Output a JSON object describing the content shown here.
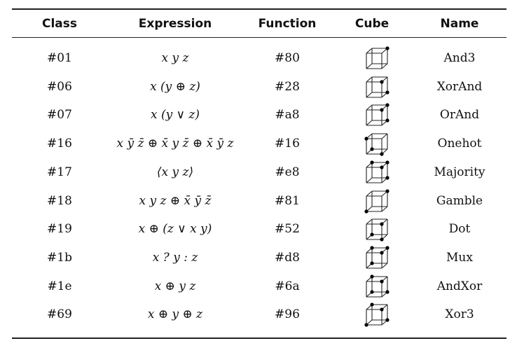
{
  "headers": {
    "class": "Class",
    "expression": "Expression",
    "function": "Function",
    "cube": "Cube",
    "name": "Name"
  },
  "rows": [
    {
      "class": "#01",
      "expression": "x y z",
      "function": "#80",
      "cube_vertices": [
        "v111"
      ],
      "name": "And3"
    },
    {
      "class": "#06",
      "expression": "x (y ⊕ z)",
      "function": "#28",
      "cube_vertices": [
        "v101",
        "v110"
      ],
      "name": "XorAnd"
    },
    {
      "class": "#07",
      "expression": "x (y ∨ z)",
      "function": "#a8",
      "cube_vertices": [
        "v101",
        "v110",
        "v111"
      ],
      "name": "OrAnd"
    },
    {
      "class": "#16",
      "expression": "x ȳ z̄ ⊕ x̄ y z̄ ⊕ x̄ ȳ z",
      "function": "#16",
      "cube_vertices": [
        "v001",
        "v010",
        "v100"
      ],
      "name": "Onehot"
    },
    {
      "class": "#17",
      "expression": "⟨x y z⟩",
      "function": "#e8",
      "cube_vertices": [
        "v011",
        "v101",
        "v110",
        "v111"
      ],
      "name": "Majority"
    },
    {
      "class": "#18",
      "expression": "x y z ⊕ x̄ ȳ z̄",
      "function": "#81",
      "cube_vertices": [
        "v000",
        "v111"
      ],
      "name": "Gamble"
    },
    {
      "class": "#19",
      "expression": "x ⊕ (z ∨ x y)",
      "function": "#52",
      "cube_vertices": [
        "v001",
        "v100",
        "v110"
      ],
      "name": "Dot"
    },
    {
      "class": "#1b",
      "expression": "x ? y : z",
      "function": "#d8",
      "cube_vertices": [
        "v001",
        "v011",
        "v110",
        "v111"
      ],
      "name": "Mux"
    },
    {
      "class": "#1e",
      "expression": "x ⊕ y z",
      "function": "#6a",
      "cube_vertices": [
        "v001",
        "v011",
        "v101",
        "v110"
      ],
      "name": "AndXor"
    },
    {
      "class": "#69",
      "expression": "x ⊕ y ⊕ z",
      "function": "#96",
      "cube_vertices": [
        "v000",
        "v011",
        "v101",
        "v110"
      ],
      "name": "Xor3"
    }
  ]
}
